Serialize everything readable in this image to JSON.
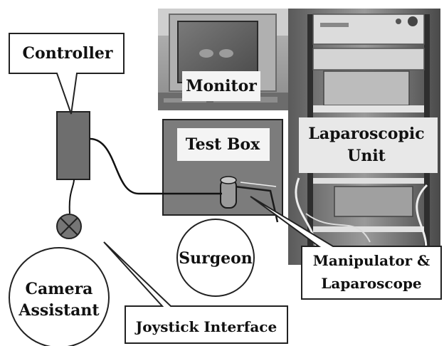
{
  "labels": {
    "controller": "Controller",
    "monitor": "Monitor",
    "test_box": "Test Box",
    "laparoscopic_unit_line1": "Laparoscopic",
    "laparoscopic_unit_line2": "Unit",
    "surgeon": "Surgeon",
    "manipulator_line1": "Manipulator &",
    "manipulator_line2": "Laparoscope",
    "camera_assistant_line1": "Camera",
    "camera_assistant_line2": "Assistant",
    "joystick_interface": "Joystick Interface"
  },
  "colors": {
    "controller_fill": "#6e6e6e",
    "test_box_fill": "#7c7c7c",
    "joystick_fill": "#767676",
    "line": "#111111",
    "photo_dark": "#3a3a3a",
    "photo_light": "#d8d8d8"
  }
}
